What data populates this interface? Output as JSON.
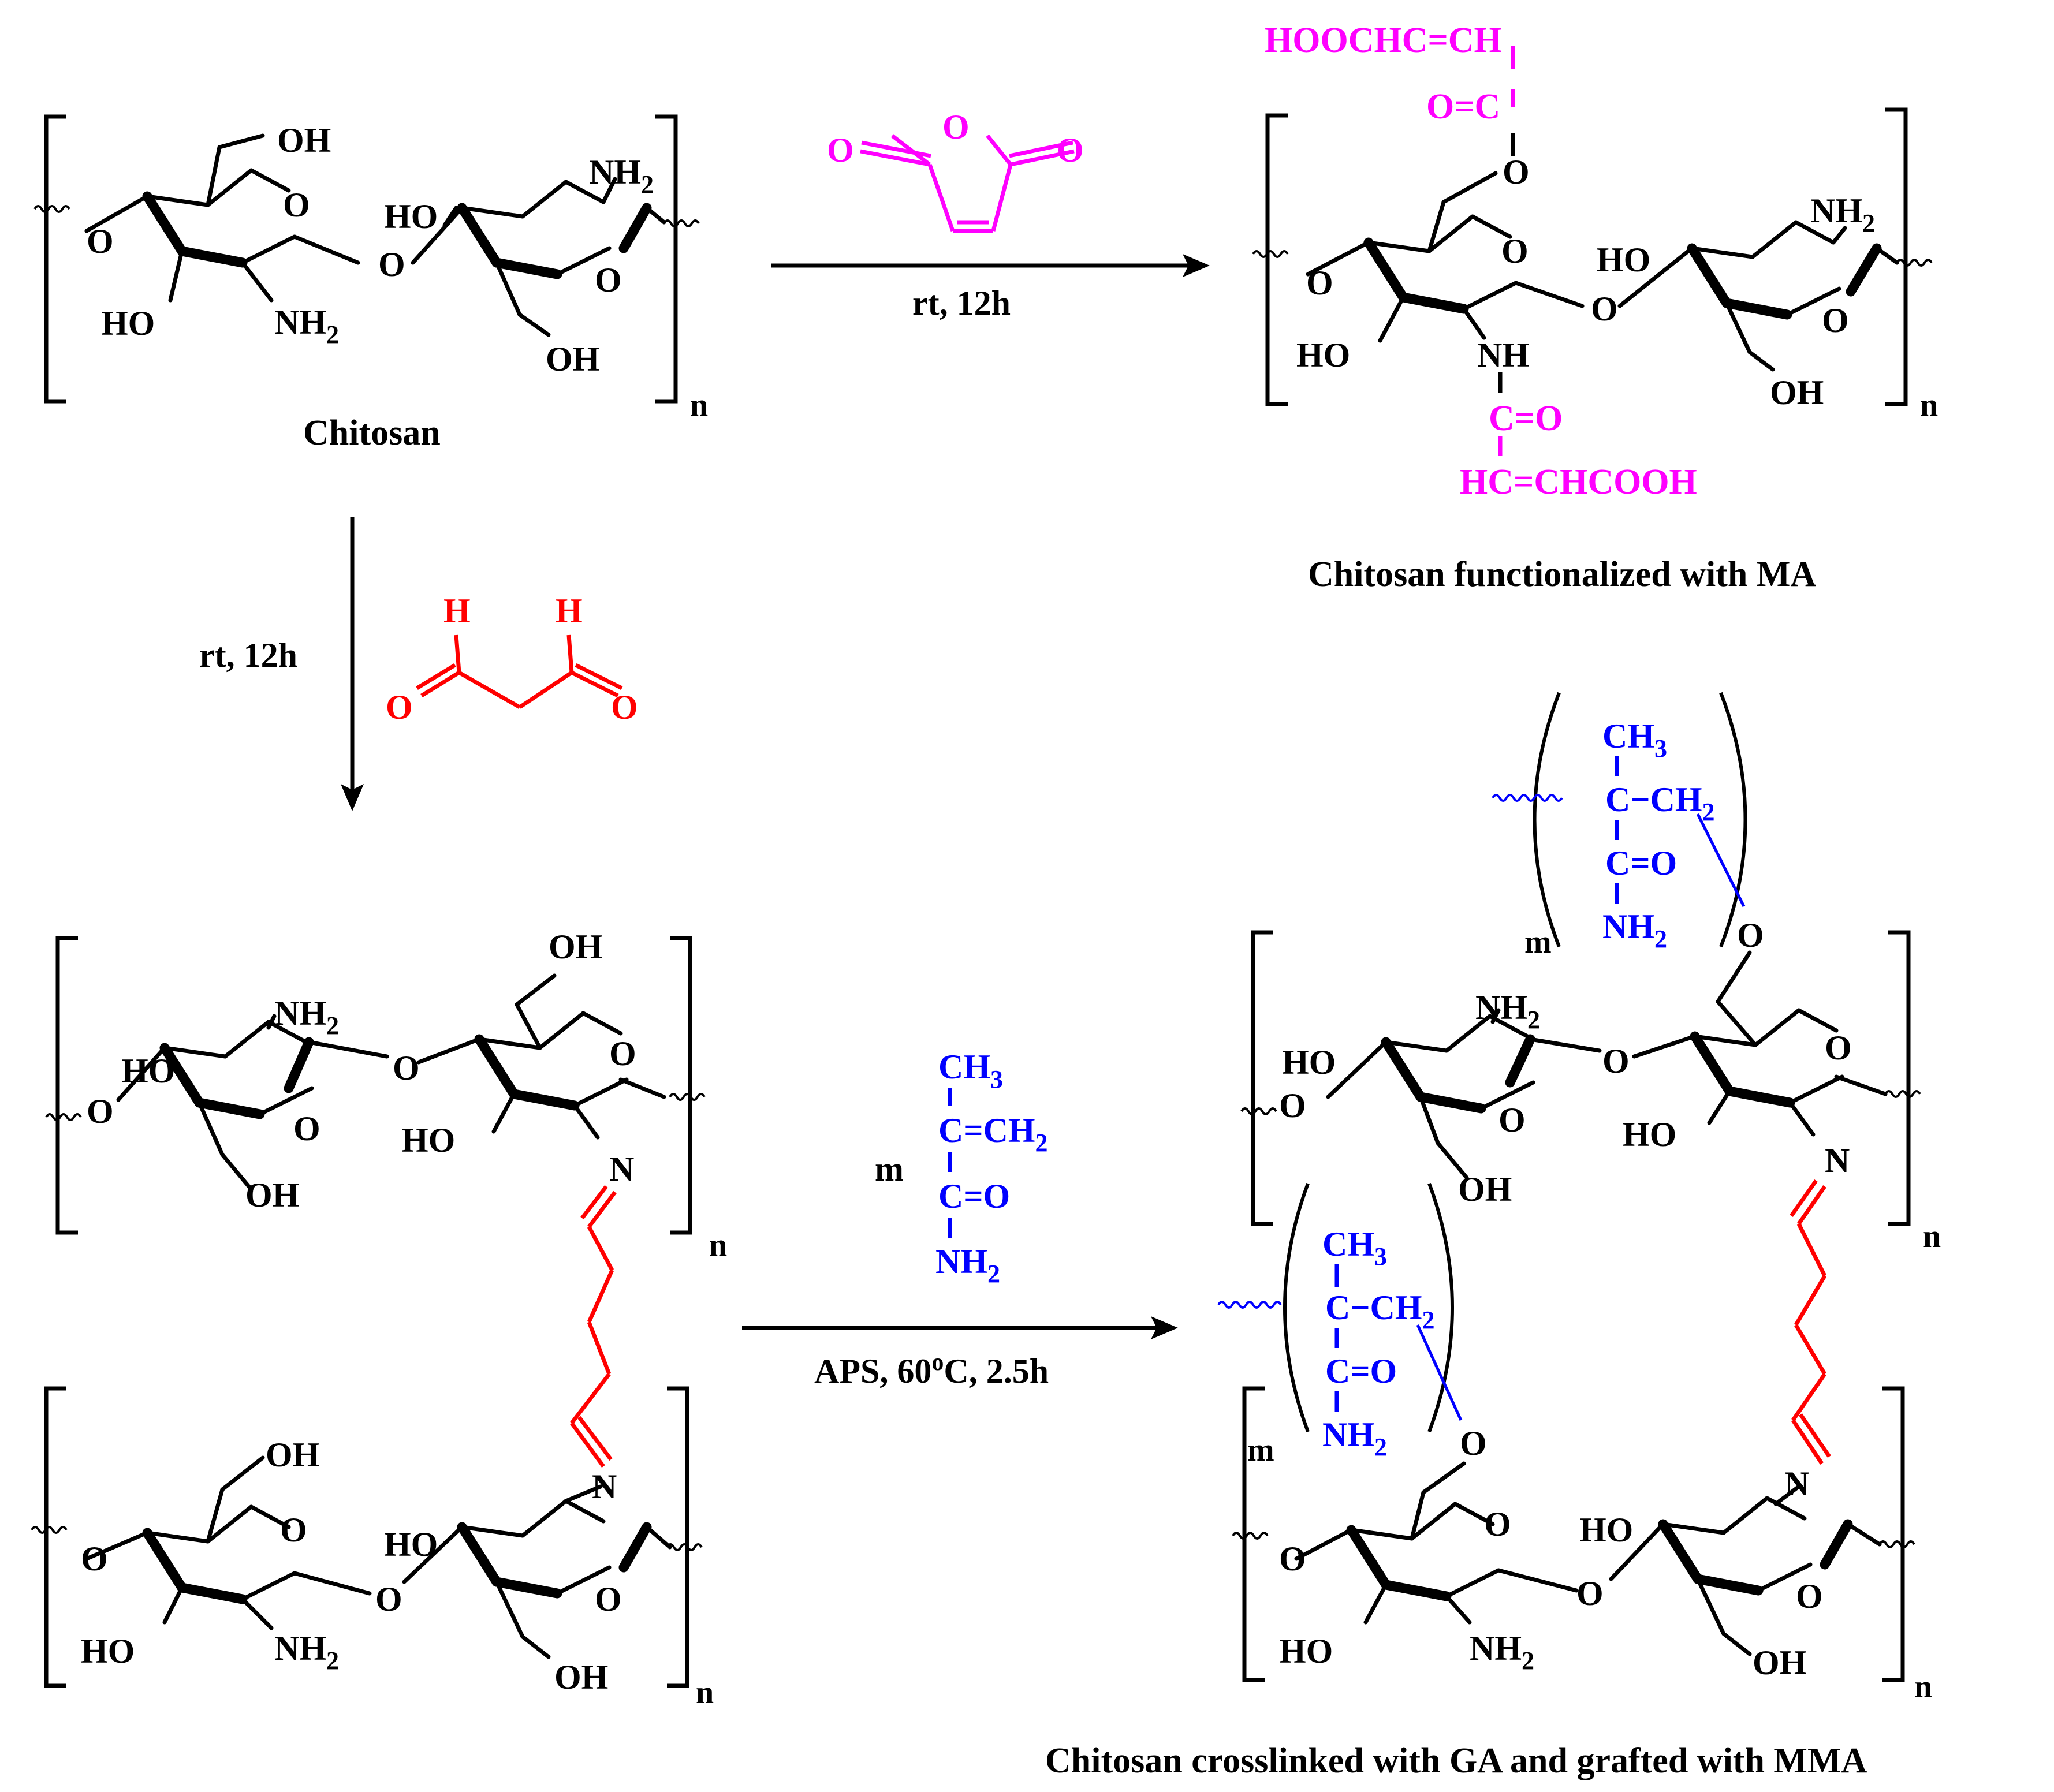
{
  "colors": {
    "ma": "#ff00ff",
    "ga": "#ff0000",
    "mma": "#0000ff",
    "ink": "#000000"
  },
  "atoms": {
    "O": "O",
    "N": "N",
    "H": "H",
    "OH": "OH",
    "HO": "HO",
    "NH2": "NH",
    "sub2": "2",
    "NH": "NH",
    "n": "n",
    "m": "m"
  },
  "chitosan": {
    "caption": "Chitosan"
  },
  "reaction1": {
    "conditions": "rt, 12h"
  },
  "reaction2": {
    "conditions": "rt, 12h"
  },
  "reaction3": {
    "conditions_prefix": "APS, 60",
    "conditions_deg": "o",
    "conditions_suffix": "C, 2.5h",
    "coefficient": "m"
  },
  "ma_product": {
    "caption": "Chitosan functionalized with MA",
    "top_chain": "HOOCHC=CH",
    "top_carbonyl": "O=C",
    "bottom_carbonyl": "C=O",
    "bottom_chain": "HC=CHCOOH"
  },
  "mma": {
    "ch3_main": "CH",
    "ch3_sub": "3",
    "alkene_main": "C=CH",
    "alkene_sub": "2",
    "carbonyl": "C=O",
    "amine_main": "NH",
    "amine_sub": "2"
  },
  "graft": {
    "ch3_main": "CH",
    "ch3_sub": "3",
    "c_ch2_main": "C−CH",
    "c_ch2_sub": "2",
    "carbonyl": "C=O",
    "amine_main": "NH",
    "amine_sub": "2"
  },
  "final_product": {
    "caption": "Chitosan crosslinked with GA and grafted with MMA"
  }
}
